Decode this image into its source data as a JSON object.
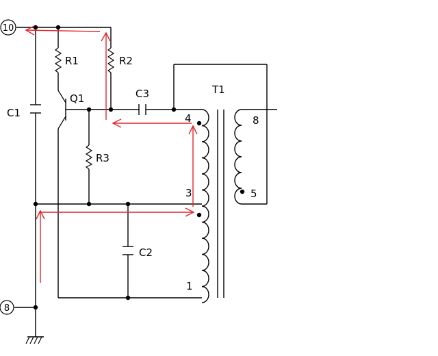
{
  "terminals": {
    "top": "10",
    "bottom": "8"
  },
  "components": {
    "r1": "R1",
    "r2": "R2",
    "r3": "R3",
    "q1": "Q1",
    "c1": "C1",
    "c2": "C2",
    "c3": "C3",
    "t1": "T1"
  },
  "transformer_pins": {
    "p4": "4",
    "p3": "3",
    "p1": "1",
    "p8": "8",
    "p5": "5"
  },
  "colors": {
    "wire": "#000000",
    "current_path": "#e0262b"
  }
}
